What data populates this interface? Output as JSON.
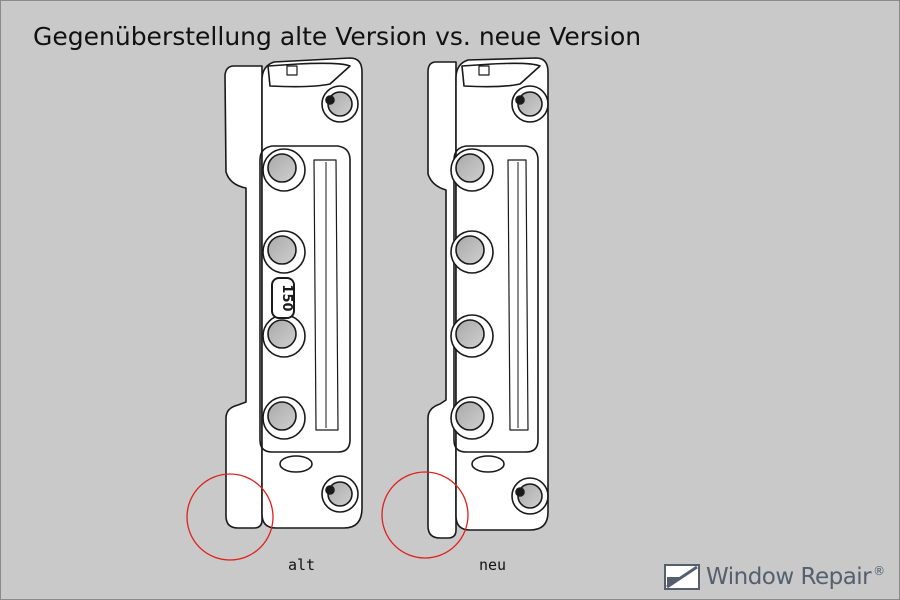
{
  "title": "Gegenüberstellung alte Version vs. neue Version",
  "captions": {
    "old": "alt",
    "new": "neu"
  },
  "marking": "150",
  "logo": {
    "text": "Window Repair",
    "registered": "®"
  },
  "colors": {
    "background": "#c9c9c9",
    "highlight_circle": "#e0201c",
    "logo": "#555f6e"
  }
}
